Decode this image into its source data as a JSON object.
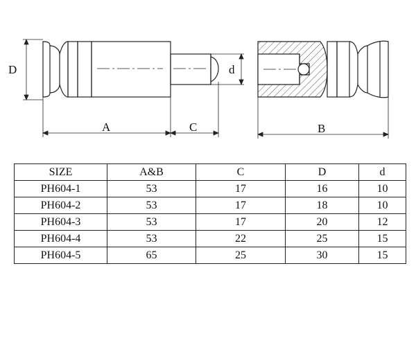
{
  "drawing": {
    "labels": {
      "D": "D",
      "d": "d",
      "A": "A",
      "C": "C",
      "B": "B"
    }
  },
  "table": {
    "headers": [
      "SIZE",
      "A&B",
      "C",
      "D",
      "d"
    ],
    "rows": [
      [
        "PH604-1",
        "53",
        "17",
        "16",
        "10"
      ],
      [
        "PH604-2",
        "53",
        "17",
        "18",
        "10"
      ],
      [
        "PH604-3",
        "53",
        "17",
        "20",
        "12"
      ],
      [
        "PH604-4",
        "53",
        "22",
        "25",
        "15"
      ],
      [
        "PH604-5",
        "65",
        "25",
        "30",
        "15"
      ]
    ]
  }
}
